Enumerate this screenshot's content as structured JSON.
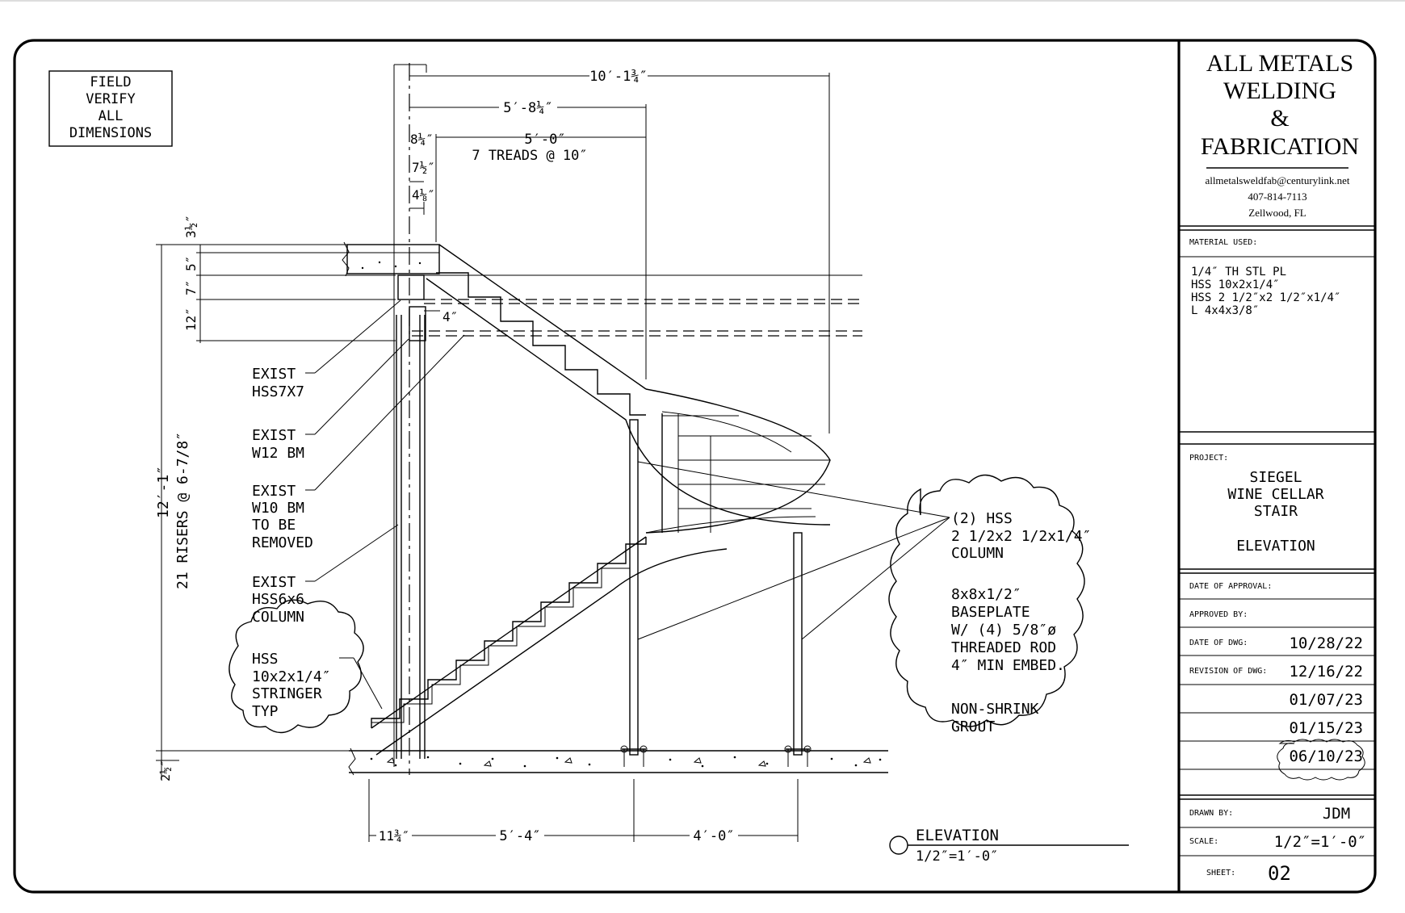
{
  "notes": {
    "field_verify": [
      "FIELD",
      "VERIFY",
      "ALL",
      "DIMENSIONS"
    ]
  },
  "dimensions": {
    "overall": "10′-1¾″",
    "upper_width": "5′-8¼″",
    "landing_offset": "8¼″",
    "treads_span": "5′-0″",
    "treads": "7 TREADS @ 10″",
    "offset_a": "7½″",
    "offset_b": "4⅛″",
    "top_slab": "3½″",
    "rise_a": "5″",
    "rise_b": "7″",
    "rise_c": "12″",
    "total_rise": "12′-1″",
    "risers": "21 RISERS @ 6-7/8″",
    "bottom_slab": "2½″",
    "beam_gap": "4″",
    "base_a": "11¾″",
    "base_b": "5′-4″",
    "base_c": "4′-0″"
  },
  "callouts": {
    "exist_hss7": [
      "EXIST",
      "HSS7X7"
    ],
    "exist_w12": [
      "EXIST",
      "W12 BM"
    ],
    "exist_w10": [
      "EXIST",
      "W10 BM",
      "TO BE",
      "REMOVED"
    ],
    "exist_hss6": [
      "EXIST",
      "HSS6x6",
      "COLUMN"
    ],
    "stringer": [
      "HSS",
      "10x2x1/4″",
      "STRINGER",
      "TYP"
    ],
    "column_notes": [
      "(2) HSS",
      "2 1/2x2 1/2x1/4″",
      "COLUMN",
      "",
      "8x8x1/2″",
      "BASEPLATE",
      "W/ (4) 5/8″ø",
      "THREADED ROD",
      "4″ MIN EMBED.",
      "",
      "NON-SHRINK",
      "GROUT"
    ]
  },
  "view": {
    "title": "ELEVATION",
    "scale": "1/2″=1′-0″"
  },
  "title_block": {
    "company": [
      "ALL METALS",
      "WELDING",
      "&",
      "FABRICATION"
    ],
    "email": "allmetalsweldfab@centurylink.net",
    "phone": "407-814-7113",
    "location": "Zellwood, FL",
    "material_label": "MATERIAL USED:",
    "materials": [
      "1/4″ TH STL PL",
      "HSS 10x2x1/4″",
      "HSS 2 1/2″x2 1/2″x1/4″",
      "L 4x4x3/8″"
    ],
    "project_label": "PROJECT:",
    "project": [
      "SIEGEL",
      "WINE CELLAR",
      "STAIR",
      "",
      "ELEVATION"
    ],
    "approval_date_label": "DATE OF APPROVAL:",
    "approved_by_label": "APPROVED BY:",
    "dwg_date_label": "DATE OF DWG:",
    "dwg_date": "10/28/22",
    "revision_label": "REVISION OF DWG:",
    "revisions": [
      "12/16/22",
      "01/07/23",
      "01/15/23",
      "06/10/23"
    ],
    "drawn_by_label": "DRAWN BY:",
    "drawn_by": "JDM",
    "scale_label": "SCALE:",
    "scale": "1/2″=1′-0″",
    "sheet_label": "SHEET:",
    "sheet": "02"
  }
}
